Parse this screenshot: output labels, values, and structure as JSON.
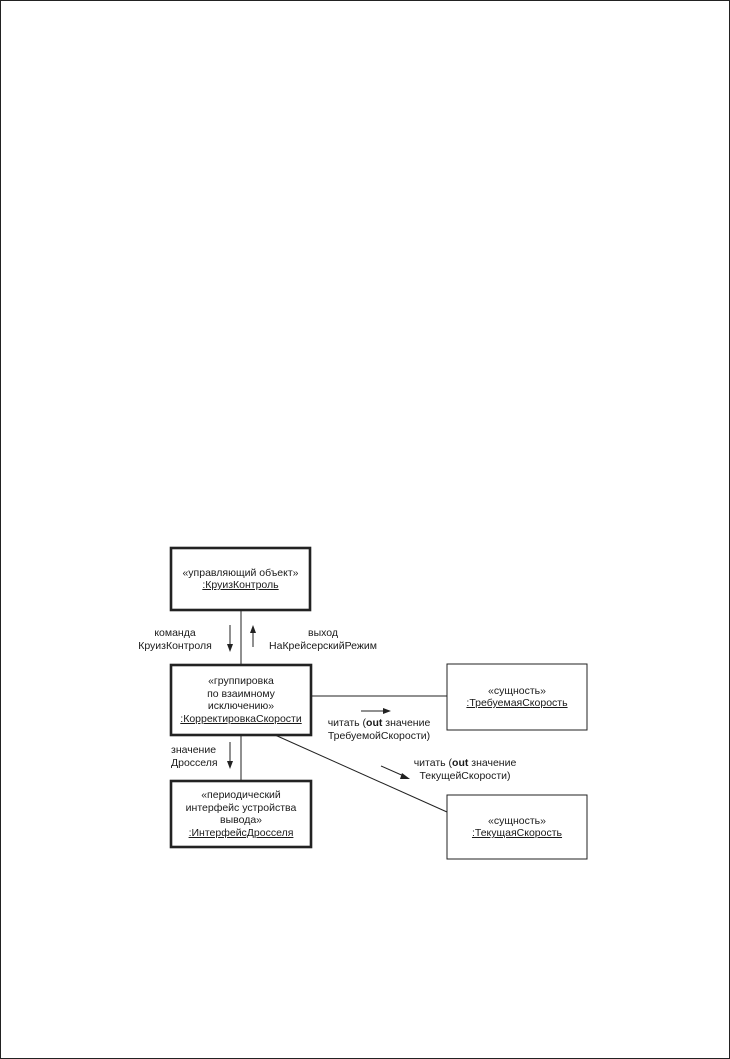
{
  "objects": {
    "cruise_control": {
      "stereotype": "«управляющий объект»",
      "name": ":КруизКонтроль"
    },
    "speed_correction": {
      "stereotype_lines": [
        "«группировка",
        "по взаимному",
        "исключению»"
      ],
      "name": ":КорректировкаСкорости"
    },
    "throttle_interface": {
      "stereotype_lines": [
        "«периодический",
        "интерфейс устройства",
        "вывода»"
      ],
      "name": ":ИнтерфейсДросселя"
    },
    "required_speed": {
      "stereotype": "«сущность»",
      "name": ":ТребуемаяСкорость"
    },
    "current_speed": {
      "stereotype": "«сущность»",
      "name": ":ТекущаяСкорость"
    }
  },
  "messages": {
    "command": {
      "lines": [
        "команда",
        "КруизКонтроля"
      ]
    },
    "exit": {
      "lines": [
        "выход",
        "НаКрейсерскийРежим"
      ]
    },
    "throttle_value": {
      "lines": [
        "значение",
        "Дросселя"
      ]
    },
    "read_required": {
      "prefix": "читать (",
      "keyword": "out",
      "suffix": " значение",
      "line2": "ТребуемойСкорости)"
    },
    "read_current": {
      "prefix": "читать (",
      "keyword": "out",
      "suffix": " значение",
      "line2": "ТекущейСкорости)"
    }
  }
}
